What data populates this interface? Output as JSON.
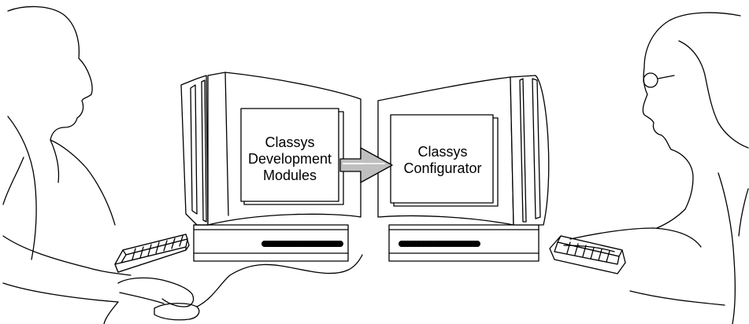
{
  "diagram": {
    "source_box": {
      "lines": [
        "Classys",
        "Development",
        "Modules"
      ]
    },
    "target_box": {
      "lines": [
        "Classys",
        "Configurator"
      ]
    },
    "connector": {
      "direction": "left-to-right"
    },
    "colors": {
      "stroke": "#000000",
      "background": "#ffffff",
      "arrow_fill": "#bfbfbf"
    }
  }
}
